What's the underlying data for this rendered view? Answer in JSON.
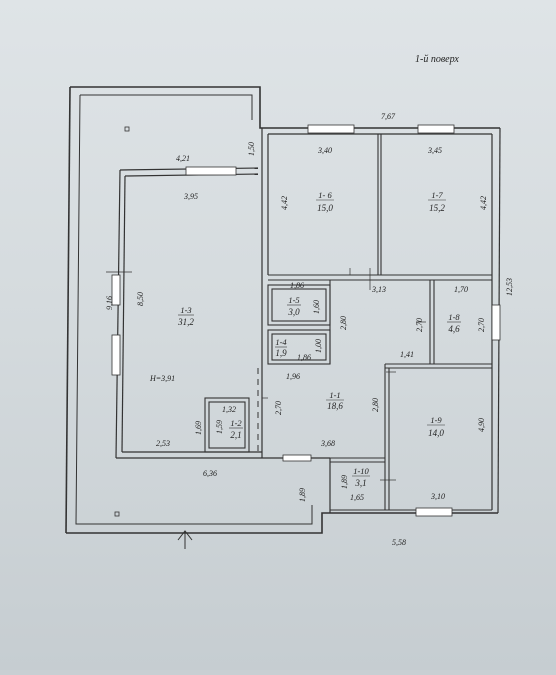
{
  "plan": {
    "title": "1-й поверх",
    "rooms": [
      {
        "id": "1-1",
        "area": "18,6"
      },
      {
        "id": "1-2",
        "area": "2,1"
      },
      {
        "id": "1-3",
        "area": "31,2"
      },
      {
        "id": "1-4",
        "area": "1,9"
      },
      {
        "id": "1-5",
        "area": "3,0"
      },
      {
        "id": "1- 6",
        "area": "15,0"
      },
      {
        "id": "1-7",
        "area": "15,2"
      },
      {
        "id": "1-8",
        "area": "4,6"
      },
      {
        "id": "1-9",
        "area": "14,0"
      },
      {
        "id": "1-10",
        "area": "3,1"
      }
    ],
    "height_label": "H=3,91",
    "dims": {
      "overall_top": "7,67",
      "terrace_top": "4,21",
      "terrace_notch": "1,50",
      "left_outer": "9,16",
      "left_inner": "8,50",
      "r13_top": "3,95",
      "r13_bottom": "2,53",
      "r12_top": "1,32",
      "r12_side_a": "1,69",
      "r12_side_b": "1,59",
      "r16_top": "3,40",
      "r16_side": "4,42",
      "r17_top": "3,45",
      "r17_side": "4,42",
      "right_outer": "12,53",
      "r15_top": "1,86",
      "r15_side": "1,60",
      "r14_side": "1,00",
      "r14_bottom": "1,86",
      "r11_top": "3,13",
      "r11_side": "2,80",
      "r11_right_side": "2,70",
      "r11_notch": "1,41",
      "r11_mid": "1,96",
      "r11_left_side": "2,70",
      "r11_lower_side": "2,80",
      "r11_bottom": "3,68",
      "r18_top": "1,70",
      "r18_side": "2,70",
      "r19_side": "4,90",
      "r19_bottom": "3,10",
      "r110_side": "1,89",
      "r110_bottom": "1,65",
      "bottom_left": "6,36",
      "bottom_porch": "1,89",
      "bottom_right": "5,58"
    }
  }
}
